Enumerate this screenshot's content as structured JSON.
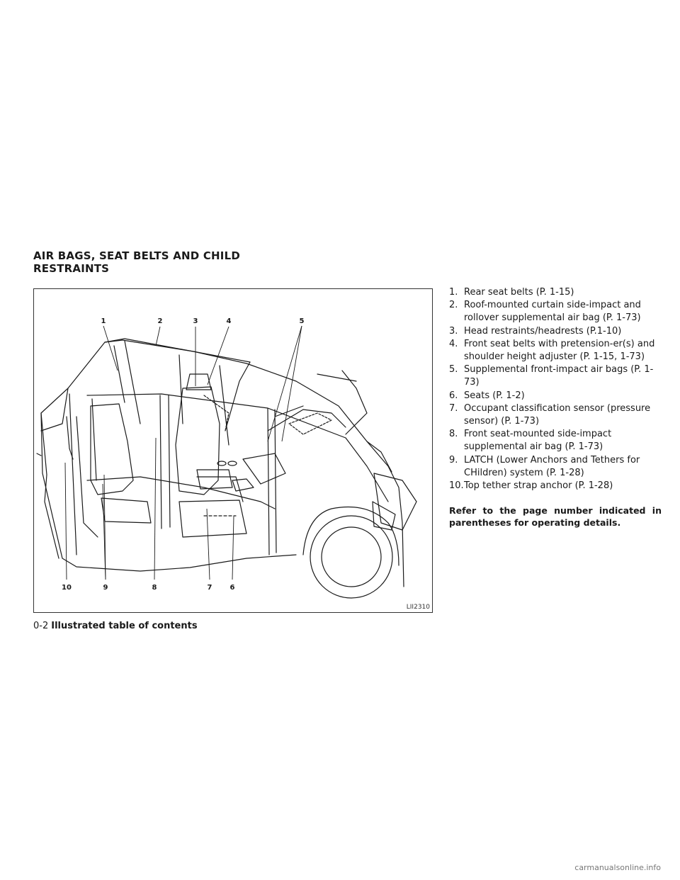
{
  "section": {
    "title_line1": "AIR BAGS, SEAT BELTS AND CHILD",
    "title_line2": "RESTRAINTS"
  },
  "figure": {
    "id": "LII2310",
    "callouts_top": [
      "1",
      "2",
      "3",
      "4",
      "5"
    ],
    "callouts_bottom": [
      "10",
      "9",
      "8",
      "7",
      "6"
    ]
  },
  "legend": [
    {
      "num": "1.",
      "text": "Rear seat belts (P. 1-15)"
    },
    {
      "num": "2.",
      "text": "Roof-mounted curtain side-impact and rollover supplemental air bag (P. 1-73)"
    },
    {
      "num": "3.",
      "text": "Head restraints/headrests (P.1-10)"
    },
    {
      "num": "4.",
      "text": "Front seat belts with pretension-er(s) and shoulder height adjuster (P. 1-15, 1-73)"
    },
    {
      "num": "5.",
      "text": "Supplemental front-impact air bags (P. 1-73)"
    },
    {
      "num": "6.",
      "text": "Seats (P. 1-2)"
    },
    {
      "num": "7.",
      "text": "Occupant classification sensor (pressure sensor) (P. 1-73)"
    },
    {
      "num": "8.",
      "text": "Front seat-mounted side-impact supplemental air bag (P. 1-73)"
    },
    {
      "num": "9.",
      "text": "LATCH (Lower Anchors and Tethers for CHildren) system (P. 1-28)"
    },
    {
      "num": "10.",
      "text": "Top tether strap anchor (P. 1-28)"
    }
  ],
  "note": "Refer to the page number indicated in parentheses for operating details.",
  "footer": {
    "page": "0-2",
    "title": "Illustrated table of contents"
  },
  "watermark": "carmanualsonline.info"
}
